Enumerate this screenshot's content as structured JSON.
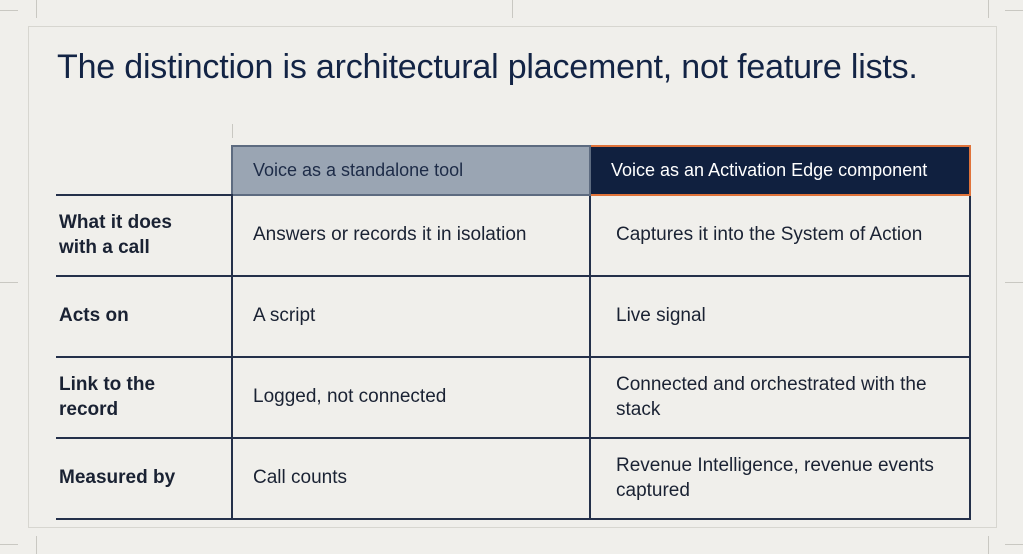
{
  "title": "The distinction is architectural placement, not feature lists.",
  "table": {
    "headers": [
      "",
      "Voice as a standalone tool",
      "Voice as an Activation Edge component"
    ],
    "rows": [
      {
        "label": "What it does with a call",
        "standalone": "Answers or records it in isolation",
        "activation": "Captures it into the System of Action"
      },
      {
        "label": "Acts on",
        "standalone": "A script",
        "activation": "Live signal"
      },
      {
        "label": "Link to the record",
        "standalone": "Logged, not connected",
        "activation": "Connected and orchestrated with the stack"
      },
      {
        "label": "Measured by",
        "standalone": "Call counts",
        "activation": "Revenue Intelligence, revenue events captured"
      }
    ]
  },
  "colors": {
    "background": "#f0efeb",
    "title": "#132445",
    "standalone_header": "#9aa5b3",
    "activation_header": "#10203f",
    "activation_outline": "#e0733a"
  }
}
